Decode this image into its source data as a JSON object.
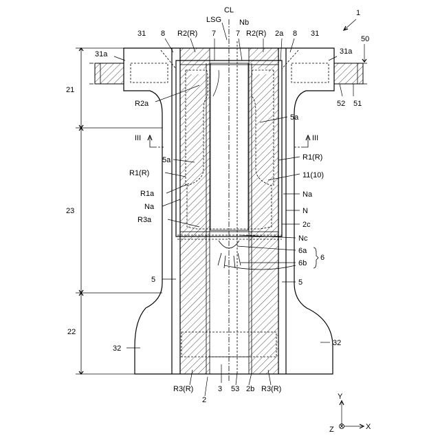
{
  "figure_number": "1",
  "axes": {
    "y": "Y",
    "z": "Z",
    "x": "X"
  },
  "section_markers": {
    "left": "III",
    "right": "III"
  },
  "labels": {
    "CL": "CL",
    "LSG": "LSG",
    "Nb": "Nb",
    "l_31_left": "31",
    "l_31_right": "31",
    "l_8_left": "8",
    "l_8_right": "8",
    "l_7_left": "7",
    "l_7_right": "7",
    "R2R_left": "R2(R)",
    "R2R_right": "R2(R)",
    "l_2a": "2a",
    "l_31a_left": "31a",
    "l_31a_right": "31a",
    "l_50": "50",
    "l_21": "21",
    "l_52": "52",
    "l_51": "51",
    "R2a": "R2a",
    "l_5a_upper": "5a",
    "l_5a_left": "5a",
    "R1R_left": "R1(R)",
    "R1R_right": "R1(R)",
    "l_11_10": "11(10)",
    "R1a": "R1a",
    "Na_left": "Na",
    "Na_right": "Na",
    "l_23": "23",
    "N": "N",
    "R3a": "R3a",
    "l_2c": "2c",
    "Nc": "Nc",
    "l_6a": "6a",
    "l_6": "6",
    "l_6b": "6b",
    "l_5_left": "5",
    "l_5_right": "5",
    "l_22": "22",
    "l_32_left": "32",
    "l_32_right": "32",
    "R3R_left": "R3(R)",
    "R3R_right": "R3(R)",
    "l_2": "2",
    "l_3": "3",
    "l_53": "53",
    "l_2b": "2b"
  }
}
